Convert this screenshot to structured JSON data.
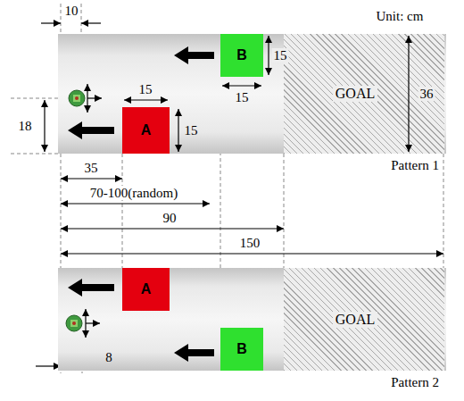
{
  "diagram": {
    "nodes": [
      {
        "text": [
          "Pattern 1"
        ]
      },
      {
        "text": [
          "B"
        ],
        "in": 0
      },
      {
        "text": [
          "GOAL"
        ],
        "in": 0
      },
      {
        "text": [
          "A"
        ],
        "in": 0
      },
      {
        "text": [
          "Pattern 2"
        ]
      },
      {
        "text": [
          "A"
        ],
        "in": 4
      },
      {
        "text": [
          "GOAL"
        ],
        "in": 4
      },
      {
        "text": [
          "B"
        ],
        "in": 4
      }
    ],
    "labels": [
      "10",
      "Unit: cm",
      "15",
      "36",
      "15",
      "18",
      "15",
      "15",
      "35",
      "70-100(random)",
      "90",
      "150",
      "8"
    ]
  }
}
